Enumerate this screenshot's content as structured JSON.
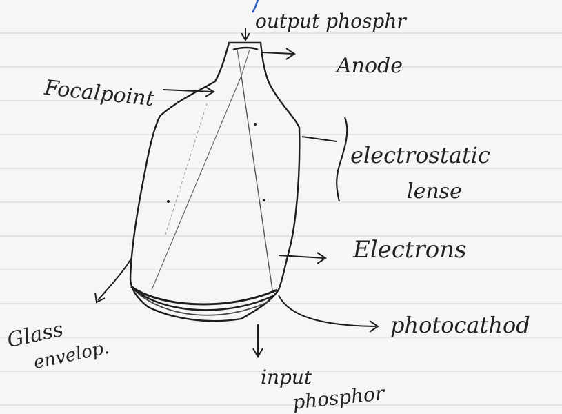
{
  "labels": {
    "output_phosphor": "output phosphr",
    "anode": "Anode",
    "focal_point": "Focalpoint",
    "electrostatic_line1": "electrostatic",
    "electrostatic_line2": "lense",
    "electrons": "Electrons",
    "photocathode": "photocathod",
    "glass_line1": "Glass",
    "glass_line2": "envelop.",
    "input_line1": "input",
    "input_line2": "phosphor"
  }
}
